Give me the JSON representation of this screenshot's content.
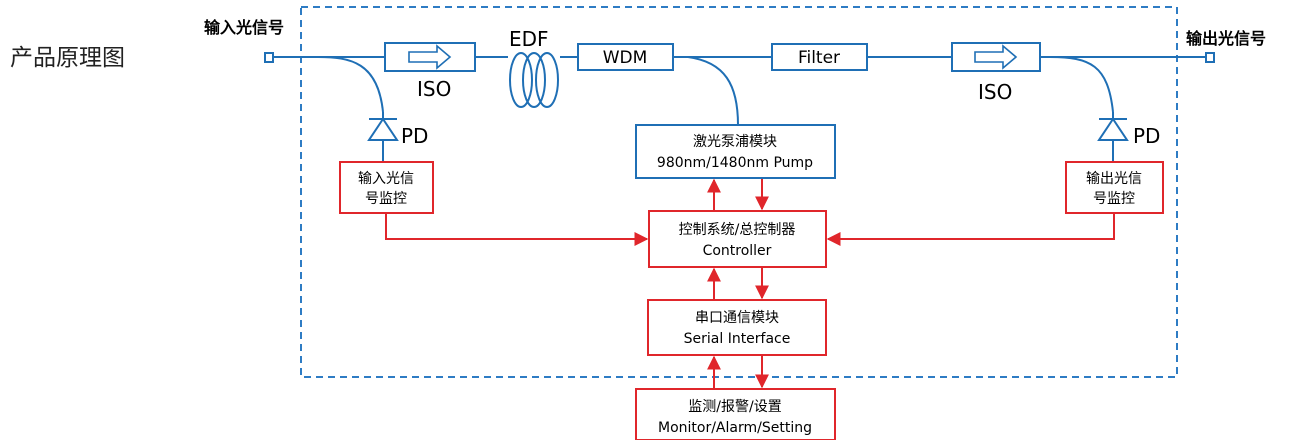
{
  "page_heading": "产品原理图",
  "io_labels": {
    "input": "输入光信号",
    "output": "输出光信号"
  },
  "optical_path": {
    "edf": "EDF",
    "wdm": "WDM",
    "filter": "Filter",
    "iso_left": "ISO",
    "iso_right": "ISO",
    "pd_left": "PD",
    "pd_right": "PD"
  },
  "blocks": {
    "pump": {
      "line1": "激光泵浦模块",
      "line2": "980nm/1480nm Pump"
    },
    "controller": {
      "line1": "控制系统/总控制器",
      "line2": "Controller"
    },
    "serial": {
      "line1": "串口通信模块",
      "line2": "Serial Interface"
    },
    "monitor": {
      "line1": "监测/报警/设置",
      "line2": "Monitor/Alarm/Setting"
    },
    "input_monitor": {
      "line1": "输入光信",
      "line2": "号监控"
    },
    "output_monitor": {
      "line1": "输出光信",
      "line2": "号监控"
    }
  },
  "colors": {
    "optical_blue": "#1f6fb5",
    "dashed_border": "#2e7cc4",
    "control_red": "#e0262b"
  }
}
